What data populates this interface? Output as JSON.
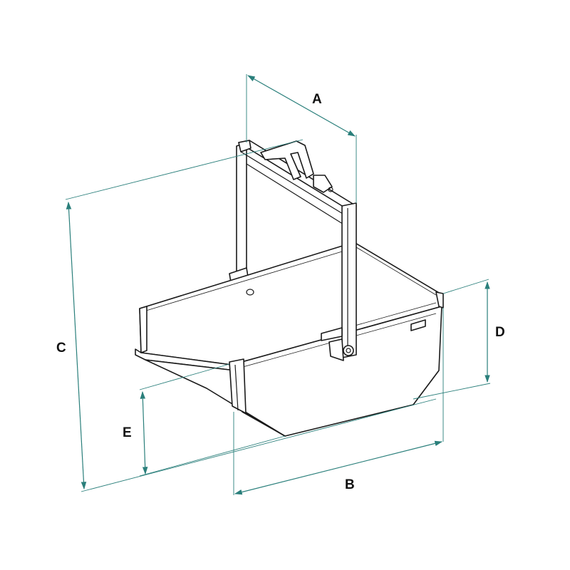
{
  "diagram": {
    "labels": {
      "a": "A",
      "b": "B",
      "c": "C",
      "d": "D",
      "e": "E"
    },
    "colors": {
      "dimension": "#2a7f7b",
      "outline": "#1a1a1a",
      "fill": "#ffffff"
    }
  }
}
